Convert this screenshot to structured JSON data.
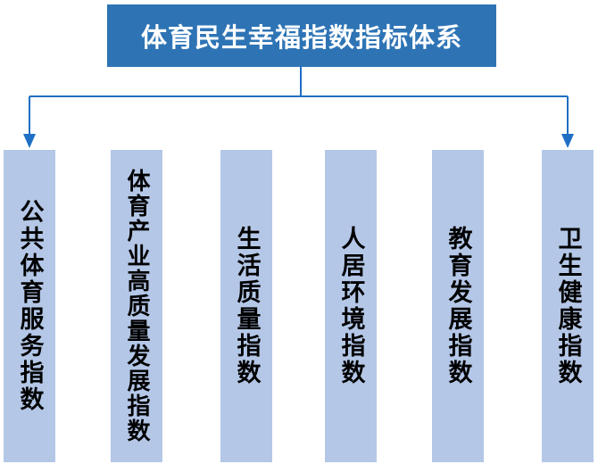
{
  "diagram": {
    "title": "体育民生幸福指数指标体系",
    "columns": [
      {
        "label": "公共体育服务指数"
      },
      {
        "label": "体育产业高质量发展指数"
      },
      {
        "label": "生活质量指数"
      },
      {
        "label": "人居环境指数"
      },
      {
        "label": "教育发展指数"
      },
      {
        "label": "卫生健康指数"
      }
    ],
    "colors": {
      "title_bg": "#2E74B5",
      "title_text": "#FFFFFF",
      "column_bg": "#B4C7E7",
      "column_text": "#000000",
      "connector": "#1F6FC5",
      "background": "#FFFFFF"
    },
    "icons": {
      "left_arrow": "arrow-down-icon",
      "right_arrow": "arrow-down-icon"
    }
  }
}
